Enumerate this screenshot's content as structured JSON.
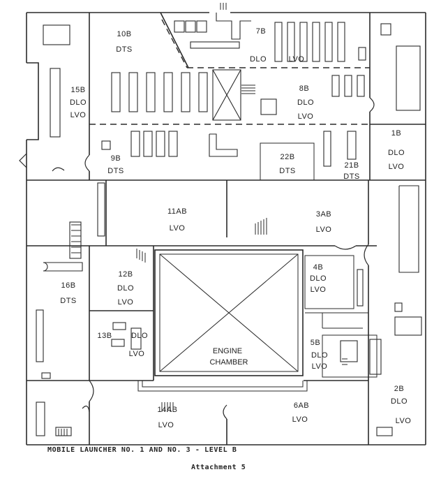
{
  "rooms": {
    "r10B": {
      "name": "10B",
      "type": "DTS"
    },
    "r7B": {
      "name": "7B",
      "type1": "DLO",
      "type2": "LVO"
    },
    "r15B": {
      "name": "15B",
      "type1": "DLO",
      "type2": "LVO"
    },
    "r8B": {
      "name": "8B",
      "type1": "DLO",
      "type2": "LVO"
    },
    "r1B": {
      "name": "1B",
      "type1": "DLO",
      "type2": "LVO"
    },
    "r9B": {
      "name": "9B",
      "type": "DTS"
    },
    "r22B": {
      "name": "22B",
      "type": "DTS"
    },
    "r21B": {
      "name": "21B",
      "type": "DTS"
    },
    "r11AB": {
      "name": "11AB",
      "type": "LVO"
    },
    "r3AB": {
      "name": "3AB",
      "type": "LVO"
    },
    "r12B": {
      "name": "12B",
      "type1": "DLO",
      "type2": "LVO"
    },
    "r4B": {
      "name": "4B",
      "type1": "DLO",
      "type2": "LVO"
    },
    "r16B": {
      "name": "16B",
      "type": "DTS"
    },
    "r13B": {
      "name": "13B",
      "type1": "DLO",
      "type2": "LVO"
    },
    "r5B": {
      "name": "5B",
      "type1": "DLO",
      "type2": "LVO"
    },
    "r14AB": {
      "name": "14AB",
      "type": "LVO"
    },
    "r6AB": {
      "name": "6AB",
      "type": "LVO"
    },
    "r2B": {
      "name": "2B",
      "type1": "DLO",
      "type2": "LVO"
    }
  },
  "engine_chamber": {
    "line1": "ENGINE",
    "line2": "CHAMBER"
  },
  "caption": {
    "title": "MOBILE LAUNCHER NO. 1 AND NO. 3 - LEVEL B",
    "attachment": "Attachment 5"
  }
}
